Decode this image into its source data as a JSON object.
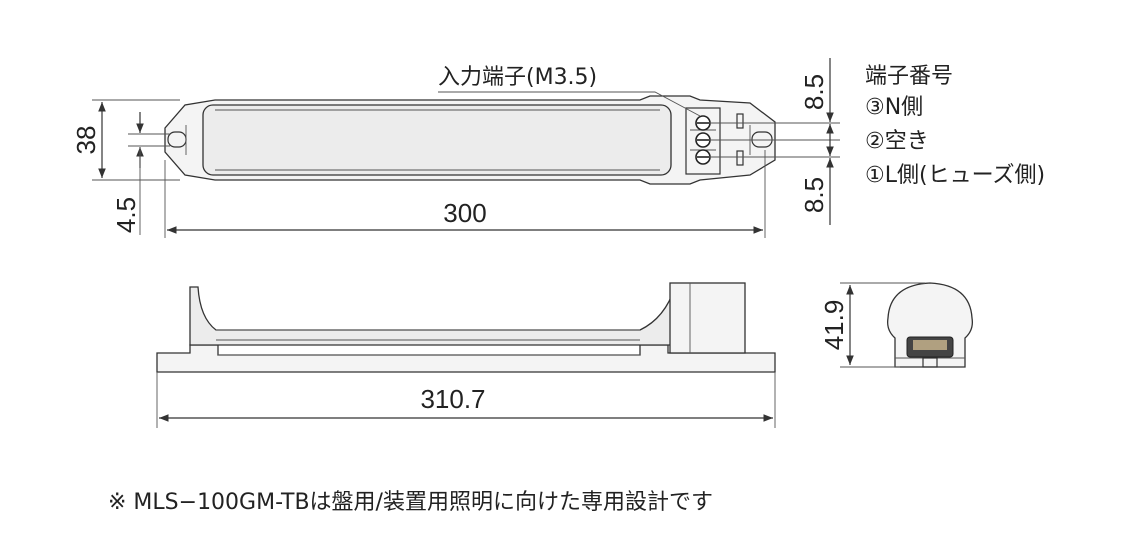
{
  "dimensions": {
    "width_top": "300",
    "height_38": "38",
    "hole_4_5": "4.5",
    "pitch_top": "8.5",
    "pitch_bottom": "8.5",
    "length_side": "310.7",
    "height_side": "41.9"
  },
  "terminal": {
    "input_label": "入力端子(M3.5)",
    "title": "端子番号",
    "pins": [
      "③N側",
      "②空き",
      "①L側(ヒューズ側)"
    ]
  },
  "note": "※ MLS−100GM-TBは盤用/装置用照明に向けた専用設計です",
  "colors": {
    "line": "#333333",
    "fill": "#f4f4f4",
    "text": "#222222"
  }
}
